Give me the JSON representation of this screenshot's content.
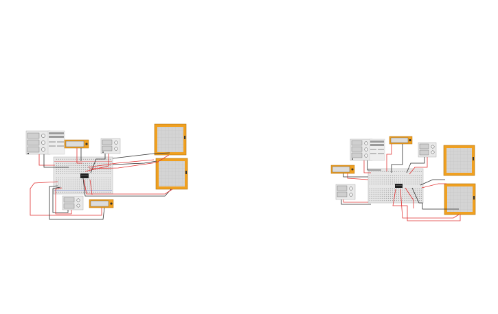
{
  "canvas": {
    "background": "#ffffff",
    "colors": {
      "breadboard": "#e6e6e6",
      "breadboard_holes": "#8c8c8c",
      "instrument_orange": "#f0a020",
      "instrument_panel": "#e9e9e9",
      "oscilloscope_screen": "#d4d4d4",
      "wire_red": "#e03030",
      "wire_black": "#2a2a2a",
      "chip": "#222222"
    }
  },
  "circuits": [
    {
      "id": "circuit-left",
      "components": [
        {
          "type": "function-generator",
          "icon": "function-generator-icon"
        },
        {
          "type": "multimeter",
          "icon": "multimeter-icon"
        },
        {
          "type": "power-supply",
          "icon": "power-supply-icon"
        },
        {
          "type": "oscilloscope",
          "icon": "oscilloscope-icon"
        },
        {
          "type": "oscilloscope",
          "icon": "oscilloscope-icon"
        },
        {
          "type": "breadboard",
          "icon": "breadboard-icon"
        },
        {
          "type": "ic-chip",
          "icon": "chip-icon"
        },
        {
          "type": "power-supply",
          "icon": "power-supply-icon"
        },
        {
          "type": "multimeter",
          "icon": "multimeter-icon"
        }
      ]
    },
    {
      "id": "circuit-right",
      "components": [
        {
          "type": "function-generator",
          "icon": "function-generator-icon"
        },
        {
          "type": "multimeter",
          "icon": "multimeter-icon"
        },
        {
          "type": "power-supply",
          "icon": "power-supply-icon"
        },
        {
          "type": "oscilloscope",
          "icon": "oscilloscope-icon"
        },
        {
          "type": "oscilloscope",
          "icon": "oscilloscope-icon"
        },
        {
          "type": "breadboard",
          "icon": "breadboard-icon"
        },
        {
          "type": "ic-chip",
          "icon": "chip-icon"
        },
        {
          "type": "multimeter",
          "icon": "multimeter-icon"
        },
        {
          "type": "power-supply",
          "icon": "power-supply-icon"
        }
      ]
    }
  ]
}
